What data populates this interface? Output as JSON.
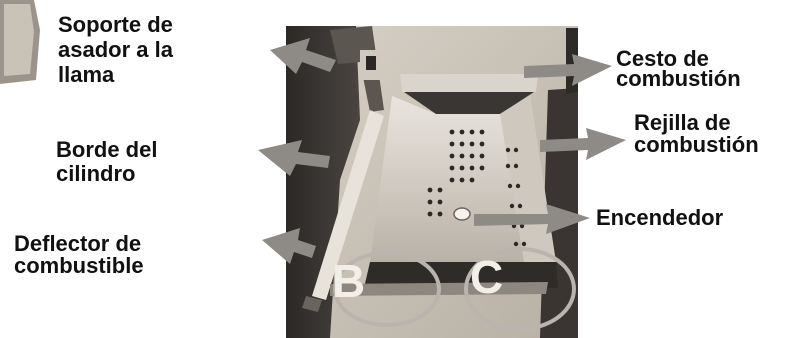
{
  "labels": {
    "soporte": [
      "Soporte de",
      "asador a la",
      "llama"
    ],
    "borde": [
      "Borde del",
      "cilindro"
    ],
    "deflector": [
      "Deflector de",
      "combustible"
    ],
    "cesto": [
      "Cesto de",
      "combustión"
    ],
    "rejilla": [
      "Rejilla de",
      "combustión"
    ],
    "encendedor": [
      "Encendedor"
    ]
  },
  "markers": {
    "b": "B",
    "c": "C"
  },
  "colors": {
    "arrow": "#8e8a86",
    "text": "#111111",
    "circle": "#b9b4ae"
  }
}
